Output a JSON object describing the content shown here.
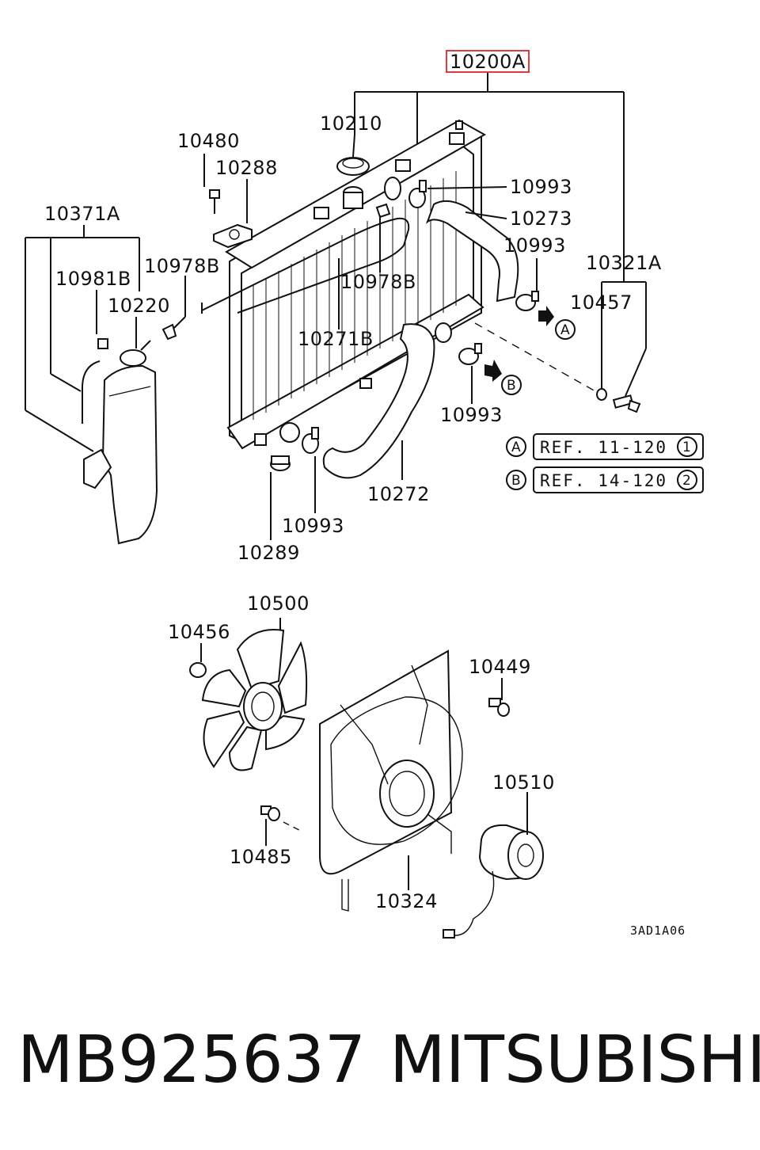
{
  "diagram": {
    "highlight_part": "10200A",
    "callouts": {
      "c10210": "10210",
      "c10480": "10480",
      "c10288": "10288",
      "c10993_top": "10993",
      "c10273": "10273",
      "c10993_mid": "10993",
      "c10321A": "10321A",
      "c10371A": "10371A",
      "c10978B_left": "10978B",
      "c10981B": "10981B",
      "c10978B_mid": "10978B",
      "c10220": "10220",
      "c10457": "10457",
      "c10271B": "10271B",
      "c10993_right": "10993",
      "c10272": "10272",
      "c10993_bottom": "10993",
      "c10289": "10289",
      "c10500": "10500",
      "c10456": "10456",
      "c10449": "10449",
      "c10510": "10510",
      "c10485": "10485",
      "c10324": "10324"
    },
    "arrows": {
      "a_letter": "A",
      "b_letter": "B"
    },
    "references": [
      {
        "letter": "A",
        "text": "REF. 11-120",
        "num": "1"
      },
      {
        "letter": "B",
        "text": "REF. 14-120",
        "num": "2"
      }
    ],
    "drawing_code": "3AD1A06"
  },
  "footer": {
    "part_number": "MB925637",
    "brand": "MITSUBISHI"
  }
}
